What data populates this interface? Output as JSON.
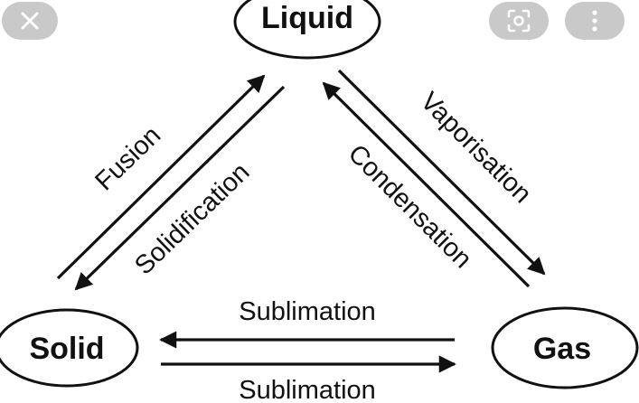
{
  "diagram": {
    "nodes": {
      "liquid": "Liquid",
      "solid": "Solid",
      "gas": "Gas"
    },
    "edges": {
      "fusion": "Fusion",
      "solidification": "Solidification",
      "vaporisation": "Vaporisation",
      "condensation": "Condensation",
      "sublimation_upper": "Sublimation",
      "sublimation_lower": "Sublimation"
    }
  },
  "overlay": {
    "close_icon": "close-icon",
    "lens_icon": "lens-scan-icon",
    "more_icon": "more-vertical-icon"
  }
}
